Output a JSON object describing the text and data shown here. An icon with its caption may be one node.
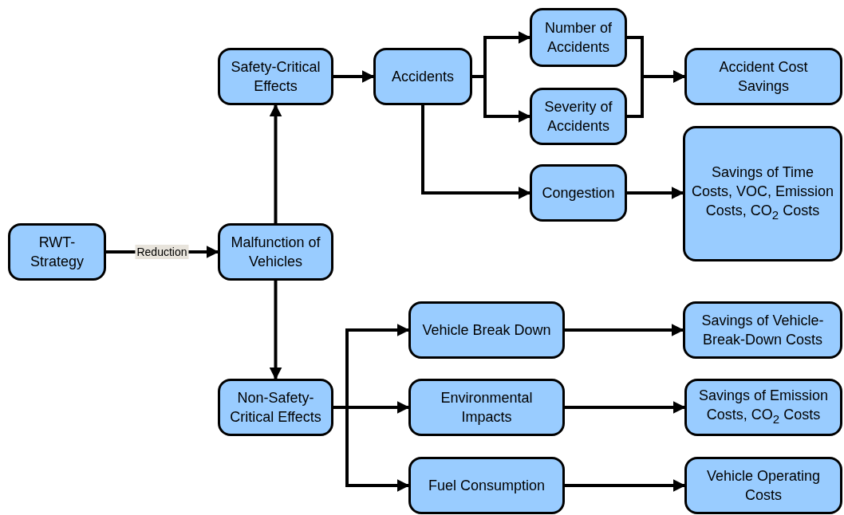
{
  "diagram": {
    "nodes": [
      {
        "text": [
          "RWT-Strategy"
        ]
      },
      {
        "text": [
          "Malfunction of Vehicles"
        ]
      },
      {
        "text": [
          "Safety-Critical Effects"
        ]
      },
      {
        "text": [
          "Non-Safety-Critical Effects"
        ]
      },
      {
        "text": [
          "Accidents"
        ]
      },
      {
        "text": [
          "Number of Accidents"
        ]
      },
      {
        "text": [
          "Severity of Accidents"
        ]
      },
      {
        "text": [
          "Congestion"
        ]
      },
      {
        "text": [
          "Accident Cost Savings"
        ]
      },
      {
        "text": [
          "Savings of Time Costs, VOC, Emission Costs, CO$_{2}$ Costs"
        ]
      },
      {
        "text": [
          "Vehicle Break Down"
        ]
      },
      {
        "text": [
          "Environmental Impacts"
        ]
      },
      {
        "text": [
          "Fuel Consumption"
        ]
      },
      {
        "text": [
          "Savings of Vehicle-Break-Down Costs"
        ]
      },
      {
        "text": [
          "Savings of Emission Costs, CO$_{2}$ Costs"
        ]
      },
      {
        "text": [
          "Vehicle Operating Costs"
        ]
      }
    ],
    "edges": [
      {
        "from": 0,
        "to": 1,
        "arrow": "to",
        "label": "Reduction"
      },
      {
        "from": 1,
        "to": 2,
        "arrow": "to"
      },
      {
        "from": 1,
        "to": 3,
        "arrow": "to"
      },
      {
        "from": 2,
        "to": 4,
        "arrow": "to"
      },
      {
        "from": 4,
        "to": 5,
        "arrow": "to"
      },
      {
        "from": 4,
        "to": 6,
        "arrow": "to"
      },
      {
        "from": 4,
        "to": 7,
        "arrow": "to"
      },
      {
        "from": 5,
        "to": 8,
        "arrow": "to"
      },
      {
        "from": 6,
        "to": 8,
        "arrow": "to"
      },
      {
        "from": 7,
        "to": 9,
        "arrow": "to"
      },
      {
        "from": 3,
        "to": 10,
        "arrow": "to"
      },
      {
        "from": 3,
        "to": 11,
        "arrow": "to"
      },
      {
        "from": 3,
        "to": 12,
        "arrow": "to"
      },
      {
        "from": 10,
        "to": 13,
        "arrow": "to"
      },
      {
        "from": 11,
        "to": 14,
        "arrow": "to"
      },
      {
        "from": 12,
        "to": 15,
        "arrow": "to"
      }
    ]
  }
}
